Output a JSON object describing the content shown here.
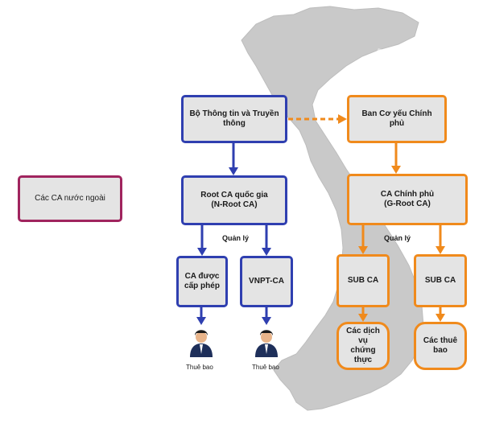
{
  "colors": {
    "government_line": "#2f3fb0",
    "cipher_line": "#f08a1c",
    "foreign_border": "#a0245e",
    "map_fill": "#c9c9c9",
    "box_fill": "#e4e4e4"
  },
  "foreign": {
    "label": "Các CA nước ngoài"
  },
  "left": {
    "ministry": "Bộ Thông tin và Truyền\nthông",
    "root": "Root CA quốc gia\n(N-Root CA)",
    "manage": "Quản lý",
    "licensed": "CA được\ncấp phép",
    "vnpt": "VNPT-CA",
    "subscriber1": "Thuê bao",
    "subscriber2": "Thuê bao"
  },
  "right": {
    "cipher_committee": "Ban Cơ yếu Chính phủ",
    "gov_ca": "CA Chính phủ\n(G-Root CA)",
    "manage": "Quản lý",
    "sub1": "SUB CA",
    "sub2": "SUB CA",
    "services": "Các dịch vụ\nchứng thực",
    "subscribers": "Các thuê\nbao"
  },
  "icons": {
    "subscriber": "person-icon"
  }
}
